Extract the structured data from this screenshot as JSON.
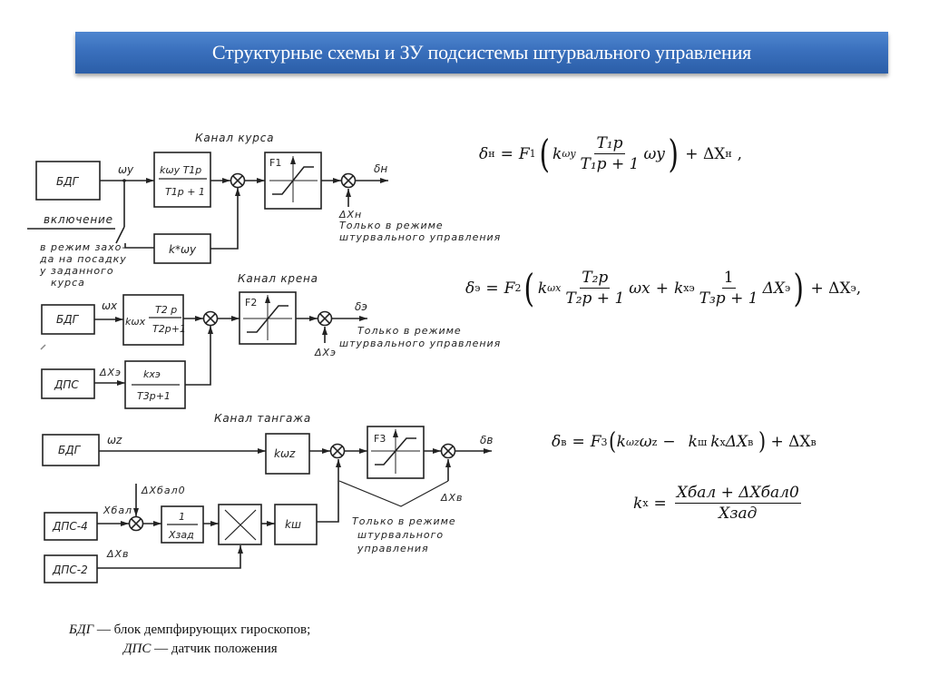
{
  "title": "Структурные схемы  и ЗУ подсистемы штурвального управления",
  "diagram": {
    "yaw_channel": {
      "label": "Канал курса",
      "source_block": "БДГ",
      "signal_in": "ωy",
      "filter_block": {
        "num": "kωy T1p",
        "den": "T1p + 1"
      },
      "gain_block": "k*ωy",
      "nonlinearity": "F1",
      "output": "δн",
      "disturbance": "ΔXн",
      "note_lines": [
        "Только в режиме",
        "штурвального управления"
      ],
      "switch_label": "включение",
      "switch_note_lines": [
        "в режим захо-",
        "да на посадку",
        "у заданного",
        "курса"
      ]
    },
    "roll_channel": {
      "label": "Канал крена",
      "source_block": "БДГ",
      "signal_in": "ωx",
      "filter_block": {
        "gain": "kωx",
        "num": "T2 p",
        "den": "T2p+1"
      },
      "second_source_block": "ДПС",
      "second_signal": "ΔXэ",
      "second_filter_block": {
        "num": "kxэ",
        "den": "T3p+1"
      },
      "nonlinearity": "F2",
      "output": "δэ",
      "disturbance": "ΔXэ",
      "note_lines": [
        "Только в режиме",
        "штурвального управления"
      ]
    },
    "pitch_channel": {
      "label": "Канал тангажа",
      "source_block": "БДГ",
      "signal_in": "ωz",
      "gain_block": "kωz",
      "dps4_block": "ДПС-4",
      "dps4_signal": "Xбал",
      "bal0_signal": "ΔXбал0",
      "inverse_block": {
        "num": "1",
        "den": "Xзад"
      },
      "dps2_block": "ДПС-2",
      "dps2_signal": "ΔXв",
      "gain_sh_block": "kш",
      "nonlinearity": "F3",
      "output": "δв",
      "disturbance": "ΔXв",
      "note_lines": [
        "Только в режиме",
        "штурвального",
        "управления"
      ]
    }
  },
  "equations": {
    "eq1": {
      "lhs": "δ",
      "lhs_sub": "н",
      "F": "F",
      "F_sub": "1",
      "k": "k",
      "k_sub": "ωy",
      "num": "T₁p",
      "den": "T₁p + 1",
      "var": "ωy",
      "tail": "+ ΔX",
      "tail_sub": "н",
      "end": " ,"
    },
    "eq2": {
      "lhs": "δ",
      "lhs_sub": "э",
      "F": "F",
      "F_sub": "2",
      "k1": "k",
      "k1_sub": "ωx",
      "num1": "T₂p",
      "den1": "T₂p + 1",
      "var1": "ωx",
      "plus": "+",
      "k2": "k",
      "k2_sub": "xэ",
      "num2": "1",
      "den2": "T₃p + 1",
      "var2": "ΔX",
      "var2_sub": "э",
      "tail": "+ ΔX",
      "tail_sub": "э",
      "end": ","
    },
    "eq3": {
      "lhs": "δ",
      "lhs_sub": "в",
      "F": "F",
      "F_sub": "3",
      "k1": "k",
      "k1_sub": "ωz",
      "w": "ω",
      "w_sub": "z",
      "minus": "−",
      "k2": "k",
      "k2_sub": "ш",
      "k3": "k",
      "k3_sub": "x",
      "var": "ΔX",
      "var_sub": "в",
      "tail": "+ ΔX",
      "tail_sub": "в"
    },
    "eq4": {
      "lhs": "k",
      "lhs_sub": "x",
      "num": "Xбал + ΔXбал0",
      "den": "Xзад"
    }
  },
  "legend": {
    "line1_abbr": "БДГ",
    "line1_text": " — блок демпфирующих гироскопов;",
    "line2_abbr": "ДПС",
    "line2_text": " — датчик положения"
  }
}
